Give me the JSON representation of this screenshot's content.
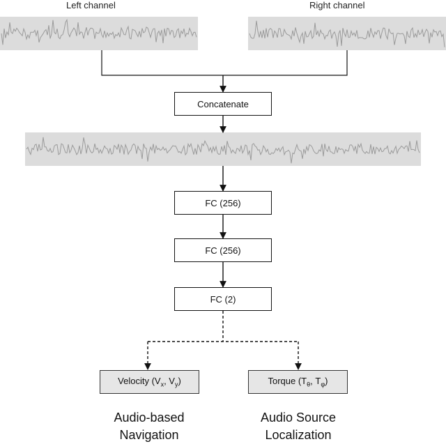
{
  "inputs": {
    "left_label": "Left channel",
    "right_label": "Right channel"
  },
  "nodes": {
    "concat": "Concatenate",
    "fc1": "FC (256)",
    "fc2": "FC (256)",
    "fc3": "FC (2)"
  },
  "outputs": {
    "velocity": {
      "base": "Velocity (V",
      "sub1": "x",
      "mid": ", V",
      "sub2": "y",
      "end": ")"
    },
    "torque": {
      "base": "Torque (T",
      "sub1": "θ",
      "mid": ", T",
      "sub2": "φ",
      "end": ")"
    }
  },
  "captions": {
    "left_line1": "Audio-based",
    "left_line2": "Navigation",
    "right_line1": "Audio Source",
    "right_line2": "Localization"
  },
  "colors": {
    "waveform_bg": "#dcdcdc",
    "waveform_line": "#9a9a9a",
    "output_box": "#e6e6e6",
    "line": "#111111"
  }
}
